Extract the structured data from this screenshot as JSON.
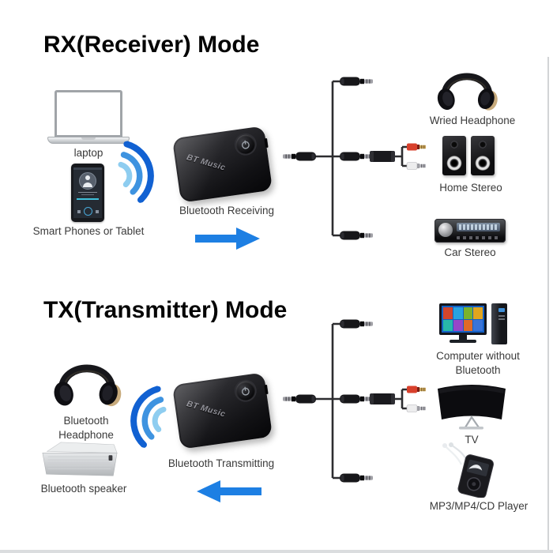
{
  "colors": {
    "arrow": "#1d7fe3",
    "signal_small": "#8ecdf0",
    "signal_mid": "#3e93e0",
    "signal_large": "#1161d2"
  },
  "rx_section": {
    "title": "RX(Receiver) Mode",
    "laptop_label": "laptop",
    "phone_label": "Smart Phones or Tablet",
    "device_brand": "BT Music",
    "device_label": "Bluetooth Receiving",
    "outputs": [
      {
        "label": "Wried Headphone"
      },
      {
        "label": "Home Stereo"
      },
      {
        "label": "Car Stereo"
      }
    ]
  },
  "tx_section": {
    "title": "TX(Transmitter) Mode",
    "headphone_label_line1": "Bluetooth",
    "headphone_label_line2": "Headphone",
    "speaker_label": "Bluetooth speaker",
    "device_brand": "BT Music",
    "device_label": "Bluetooth Transmitting",
    "sources": [
      {
        "label_line1": "Computer without",
        "label_line2": "Bluetooth"
      },
      {
        "label": "TV"
      },
      {
        "label": "MP3/MP4/CD Player"
      }
    ]
  },
  "icons": {
    "rx": [
      "laptop-icon",
      "smartphone-icon",
      "wireless-signal-icon",
      "bt-adapter-icon",
      "aux-splitter-cable-icon",
      "rca-plugs-icon",
      "headphone-icon",
      "stereo-speakers-icon",
      "car-stereo-icon",
      "arrow-right-icon"
    ],
    "tx": [
      "headphone-icon",
      "bluetooth-speaker-icon",
      "wireless-signal-icon",
      "bt-adapter-icon",
      "aux-splitter-cable-icon",
      "rca-plugs-icon",
      "desktop-computer-icon",
      "tv-icon",
      "mp3-player-icon",
      "arrow-left-icon"
    ]
  }
}
